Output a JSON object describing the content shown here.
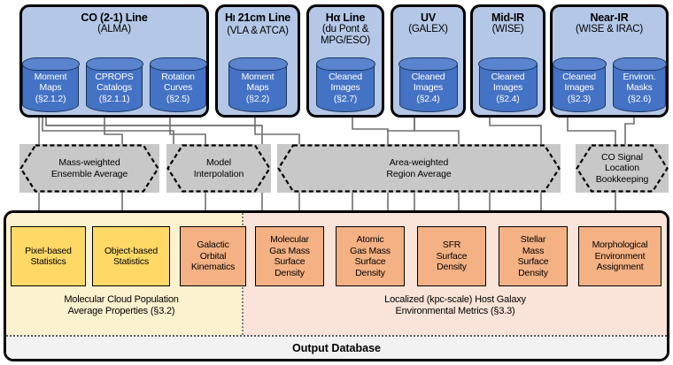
{
  "diagram": {
    "title": "Output Database",
    "colors": {
      "panel_fill": "#B4C7E7",
      "cylinder_fill": "#4472C4",
      "hexagon_fill": "#C8C8C8",
      "yellow_box": "#FFD966",
      "orange_box": "#F4B183",
      "yellow_group_bg": "#FDF2CF",
      "orange_group_bg": "#FAE4D9",
      "footer_bg": "#F2F2F2"
    }
  },
  "sources": [
    {
      "title": "CO (2-1) Line",
      "subtitle": "(ALMA)",
      "datasets": [
        {
          "line1": "Moment",
          "line2": "Maps",
          "ref": "(§2.1.2)"
        },
        {
          "line1": "CPROPS",
          "line2": "Catalogs",
          "ref": "(§2.1.1)"
        },
        {
          "line1": "Rotation",
          "line2": "Curves",
          "ref": "(§2.5)"
        }
      ]
    },
    {
      "title_pre": "H",
      "title_smallcap": "I",
      "title_post": " 21cm Line",
      "title": "Hɪ 21cm Line",
      "subtitle": "(VLA & ATCA)",
      "datasets": [
        {
          "line1": "Moment",
          "line2": "Maps",
          "ref": "(§2.2)"
        }
      ]
    },
    {
      "title": "Hα Line",
      "subtitle": "(du Pont & MPG/ESO)",
      "subtitle_line1": "(du Pont &",
      "subtitle_line2": "MPG/ESO)",
      "datasets": [
        {
          "line1": "Cleaned",
          "line2": "Images",
          "ref": "(§2.7)"
        }
      ]
    },
    {
      "title": "UV",
      "subtitle": "(GALEX)",
      "datasets": [
        {
          "line1": "Cleaned",
          "line2": "Images",
          "ref": "(§2.4)"
        }
      ]
    },
    {
      "title": "Mid-IR",
      "subtitle": "(WISE)",
      "datasets": [
        {
          "line1": "Cleaned",
          "line2": "Images",
          "ref": "(§2.4)"
        }
      ]
    },
    {
      "title": "Near-IR",
      "subtitle": "(WISE & IRAC)",
      "datasets": [
        {
          "line1": "Cleaned",
          "line2": "Images",
          "ref": "(§2.3)"
        },
        {
          "line1": "Environ.",
          "line2": "Masks",
          "ref": "(§2.6)"
        }
      ]
    }
  ],
  "processes": [
    {
      "line1": "Mass-weighted",
      "line2": "Ensemble Average",
      "line3": ""
    },
    {
      "line1": "Model",
      "line2": "Interpolation",
      "line3": ""
    },
    {
      "line1": "Area-weighted",
      "line2": "Region Average",
      "line3": ""
    },
    {
      "line1": "CO Signal",
      "line2": "Location",
      "line3": "Bookkeeping"
    }
  ],
  "outputs": {
    "yellow": [
      {
        "line1": "Pixel-based",
        "line2": "Statistics",
        "line3": "",
        "line4": ""
      },
      {
        "line1": "Object-based",
        "line2": "Statistics",
        "line3": "",
        "line4": ""
      }
    ],
    "orange": [
      {
        "line1": "Galactic",
        "line2": "Orbital",
        "line3": "Kinematics",
        "line4": ""
      },
      {
        "line1": "Molecular",
        "line2": "Gas Mass",
        "line3": "Surface",
        "line4": "Density"
      },
      {
        "line1": "Atomic",
        "line2": "Gas Mass",
        "line3": "Surface",
        "line4": "Density"
      },
      {
        "line1": "SFR",
        "line2": "Surface",
        "line3": "Density",
        "line4": ""
      },
      {
        "line1": "Stellar",
        "line2": "Mass",
        "line3": "Surface",
        "line4": "Density"
      },
      {
        "line1": "Morphological",
        "line2": "Environment",
        "line3": "Assignment",
        "line4": ""
      }
    ],
    "captions": {
      "yellow_line1": "Molecular Cloud Population",
      "yellow_line2": "Average Properties (§3.2)",
      "orange_line1": "Localized (kpc-scale) Host Galaxy",
      "orange_line2": "Environmental Metrics (§3.3)"
    },
    "footer": "Output Database"
  }
}
